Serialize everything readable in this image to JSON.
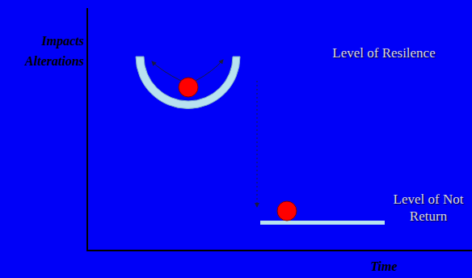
{
  "diagram": {
    "labels": [
      "Impacts Alterations",
      "Level of Resilence",
      "Level of Not Return",
      "Time"
    ]
  }
}
